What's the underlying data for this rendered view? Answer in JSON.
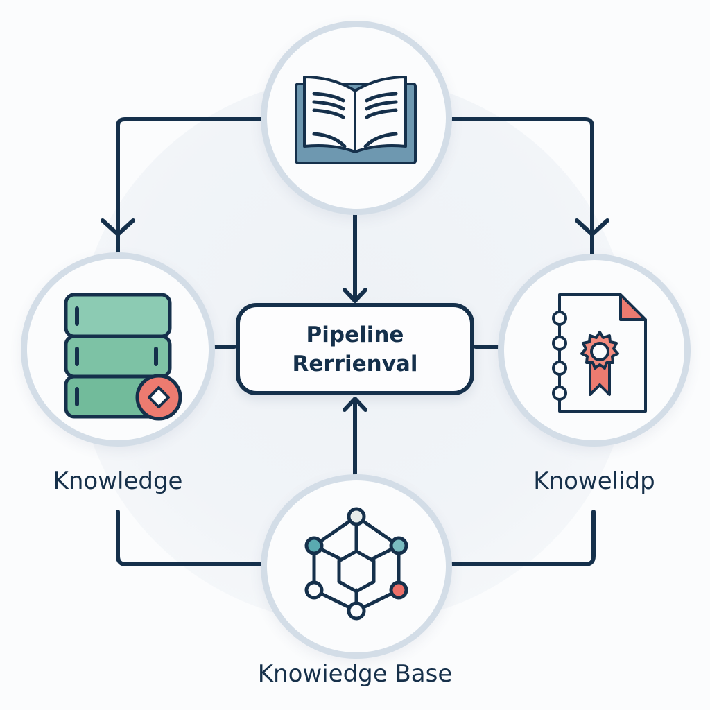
{
  "diagram": {
    "center": {
      "line1": "Pipeline",
      "line2": "Rerrienval"
    },
    "nodes": {
      "top": {
        "icon": "open-book-icon",
        "label": ""
      },
      "left": {
        "icon": "database-stack-icon",
        "badge_icon": "settings-badge-icon",
        "label": "Knowledge"
      },
      "right": {
        "icon": "document-certificate-icon",
        "label": "Knowelidp"
      },
      "bottom": {
        "icon": "network-graph-icon",
        "label": "Knowiedge Base"
      }
    },
    "colors": {
      "ink": "#15304b",
      "ring": "#d3dde7",
      "green": "#7cc4a4",
      "coral": "#ec7b70",
      "teal": "#6fb8bd",
      "book_cover": "#6e98b0"
    }
  }
}
